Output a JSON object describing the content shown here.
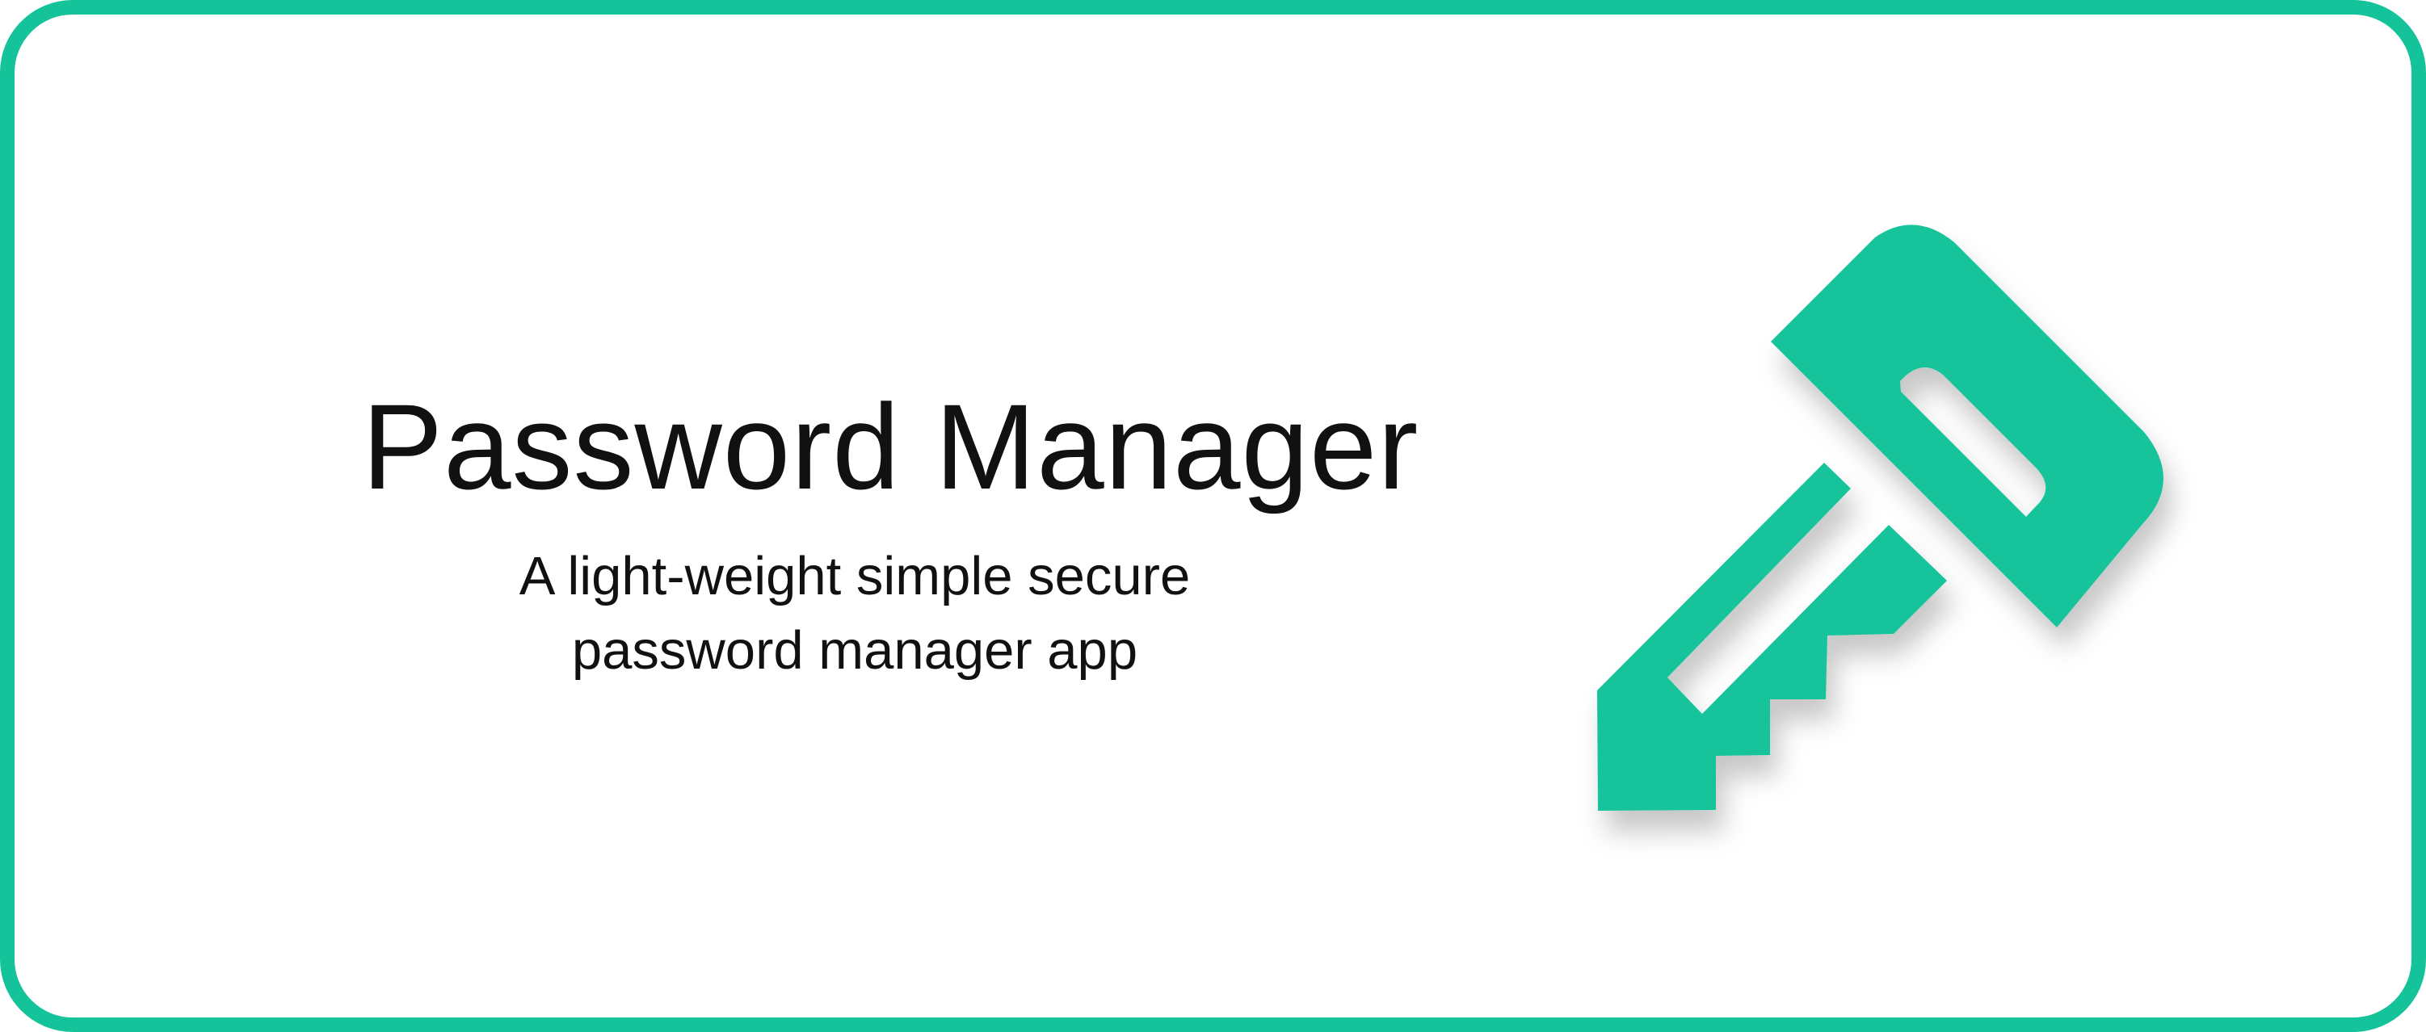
{
  "app": {
    "title": "Password Manager",
    "subtitle_line1": "A light-weight simple secure",
    "subtitle_line2": "password manager app"
  },
  "logo": {
    "icon": "key-icon",
    "color": "#15c39a"
  },
  "theme": {
    "border_color": "#15c39a",
    "background": "#ffffff",
    "text_color": "#111111"
  }
}
